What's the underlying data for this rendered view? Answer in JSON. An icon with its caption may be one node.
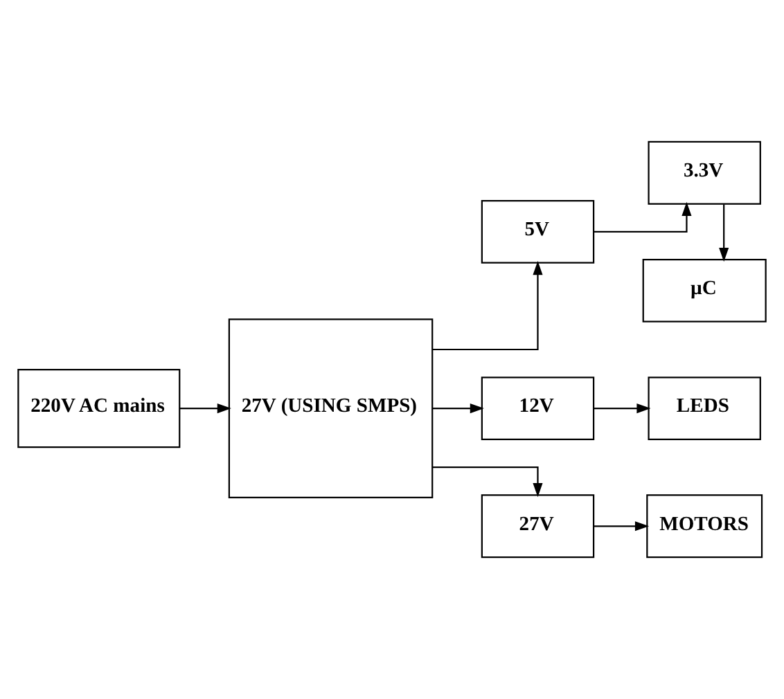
{
  "diagram": {
    "nodes": [
      {
        "text": [
          "220V AC mains"
        ]
      },
      {
        "text": [
          "27V (USING SMPS)"
        ]
      },
      {
        "text": [
          "µC"
        ]
      },
      {
        "text": [
          "5V"
        ]
      },
      {
        "text": [
          "3.3V"
        ]
      },
      {
        "text": [
          "12V"
        ]
      },
      {
        "text": [
          "LEDS"
        ]
      },
      {
        "text": [
          "27V"
        ]
      },
      {
        "text": [
          "MOTORS"
        ]
      }
    ],
    "edges": [
      {
        "from": 0,
        "to": 1,
        "arrow": "to"
      },
      {
        "from": 1,
        "to": 3,
        "arrow": "to"
      },
      {
        "from": 1,
        "to": 5,
        "arrow": "to"
      },
      {
        "from": 1,
        "to": 7,
        "arrow": "to"
      },
      {
        "from": 3,
        "to": 4,
        "arrow": "to"
      },
      {
        "from": 4,
        "to": 2,
        "arrow": "to"
      },
      {
        "from": 5,
        "to": 6,
        "arrow": "to"
      },
      {
        "from": 7,
        "to": 8,
        "arrow": "to"
      }
    ]
  }
}
